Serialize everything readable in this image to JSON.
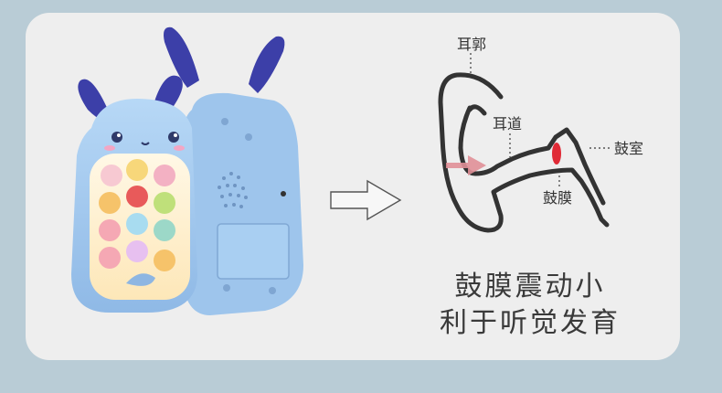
{
  "diagram": {
    "labels": {
      "pinna": "耳郭",
      "ear_canal": "耳道",
      "tympanic_cavity": "鼓室",
      "eardrum": "鼓膜"
    }
  },
  "caption": {
    "line1": "鼓膜震动小",
    "line2": "利于听觉发育"
  },
  "colors": {
    "background": "#b9ccd6",
    "card": "#eeeeee",
    "toy_blue": "#9ec5ec",
    "ear_purple": "#3c3fa8",
    "eardrum_red": "#e02a36",
    "arrow_pink": "#e08f97"
  },
  "icons": {
    "toy": "bunny-phone-toy",
    "transition": "outline-right-arrow",
    "sound": "sound-arrow"
  }
}
